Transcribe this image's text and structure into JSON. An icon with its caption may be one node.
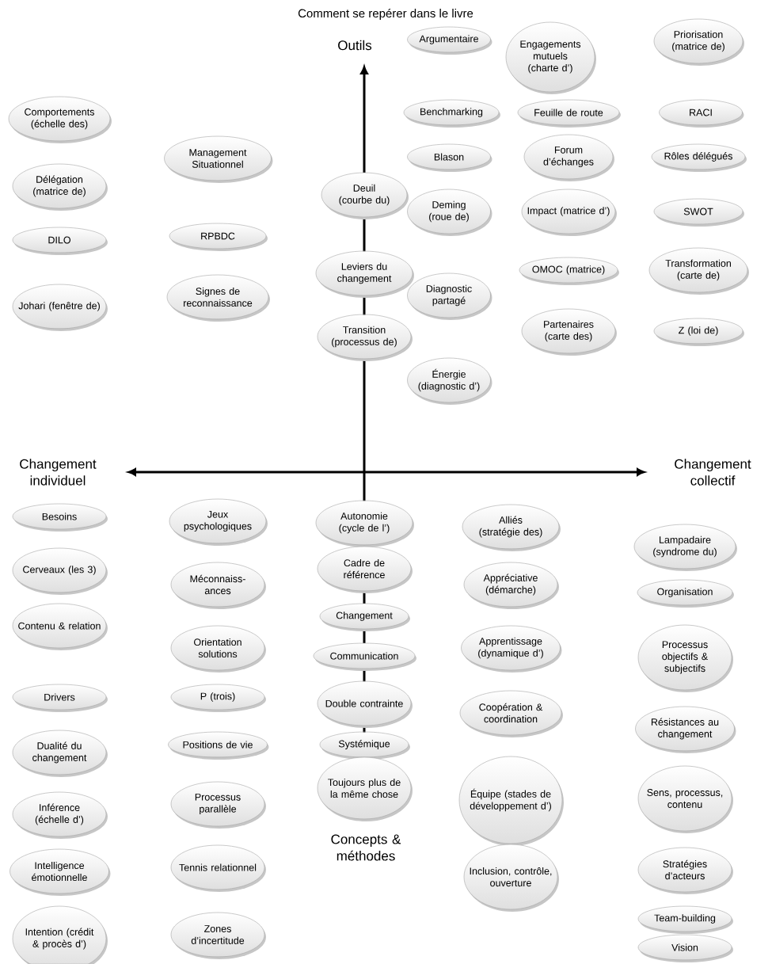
{
  "diagram": {
    "title": "Comment se repérer dans le livre",
    "nodes": [
      {
        "text": [
          "Argumentaire"
        ]
      },
      {
        "text": [
          "Engagements mutuels (charte d’)"
        ]
      },
      {
        "text": [
          "Priorisation (matrice de)"
        ]
      },
      {
        "text": [
          "Comportements (échelle des)"
        ]
      },
      {
        "text": [
          "Benchmarking"
        ]
      },
      {
        "text": [
          "Feuille de route"
        ]
      },
      {
        "text": [
          "RACI"
        ]
      },
      {
        "text": [
          "Blason"
        ]
      },
      {
        "text": [
          "Forum d’échanges"
        ]
      },
      {
        "text": [
          "Rôles délégués"
        ]
      },
      {
        "text": [
          "Management Situationnel"
        ]
      },
      {
        "text": [
          "Délégation (matrice de)"
        ]
      },
      {
        "text": [
          "Deuil (courbe du)"
        ]
      },
      {
        "text": [
          "Deming (roue de)"
        ]
      },
      {
        "text": [
          "Impact (matrice d’)"
        ]
      },
      {
        "text": [
          "SWOT"
        ]
      },
      {
        "text": [
          "RPBDC"
        ]
      },
      {
        "text": [
          "DILO"
        ]
      },
      {
        "text": [
          "Leviers du changement"
        ]
      },
      {
        "text": [
          "OMOC (matrice)"
        ]
      },
      {
        "text": [
          "Transformation (carte de)"
        ]
      },
      {
        "text": [
          "Diagnostic partagé"
        ]
      },
      {
        "text": [
          "Signes de reconnaissance"
        ]
      },
      {
        "text": [
          "Johari (fenêtre de)"
        ]
      },
      {
        "text": [
          "Partenaires (carte des)"
        ]
      },
      {
        "text": [
          "Z (loi de)"
        ]
      },
      {
        "text": [
          "Transition (processus de)"
        ]
      },
      {
        "text": [
          "Énergie (diagnostic d’)"
        ]
      },
      {
        "text": [
          "Autonomie (cycle de l’)"
        ]
      },
      {
        "text": [
          "Besoins"
        ]
      },
      {
        "text": [
          "Jeux psychologiques"
        ]
      },
      {
        "text": [
          "Alliés (stratégie des)"
        ]
      },
      {
        "text": [
          "Lampadaire (syndrome du)"
        ]
      },
      {
        "text": [
          "Cadre de référence"
        ]
      },
      {
        "text": [
          "Cerveaux (les 3)"
        ]
      },
      {
        "text": [
          "Méconnaiss- ances"
        ]
      },
      {
        "text": [
          "Appréciative (démarche)"
        ]
      },
      {
        "text": [
          "Organisation"
        ]
      },
      {
        "text": [
          "Changement"
        ]
      },
      {
        "text": [
          "Contenu & relation"
        ]
      },
      {
        "text": [
          "Orientation solutions"
        ]
      },
      {
        "text": [
          "Apprentissage (dynamique d’)"
        ]
      },
      {
        "text": [
          "Processus objectifs & subjectifs"
        ]
      },
      {
        "text": [
          "Communication"
        ]
      },
      {
        "text": [
          "Drivers"
        ]
      },
      {
        "text": [
          "P (trois)"
        ]
      },
      {
        "text": [
          "Double contrainte"
        ]
      },
      {
        "text": [
          "Coopération & coordination"
        ]
      },
      {
        "text": [
          "Résistances au changement"
        ]
      },
      {
        "text": [
          "Systémique"
        ]
      },
      {
        "text": [
          "Dualité du changement"
        ]
      },
      {
        "text": [
          "Positions de vie"
        ]
      },
      {
        "text": [
          "Toujours plus de la même chose"
        ]
      },
      {
        "text": [
          "Sens, processus, contenu"
        ]
      },
      {
        "text": [
          "Équipe (stades de développement d’)"
        ]
      },
      {
        "text": [
          "Inférence (échelle d’)"
        ]
      },
      {
        "text": [
          "Processus parallèle"
        ]
      },
      {
        "text": [
          "Stratégies d’acteurs"
        ]
      },
      {
        "text": [
          "Intelligence émotionnelle"
        ]
      },
      {
        "text": [
          "Tennis relationnel"
        ]
      },
      {
        "text": [
          "Inclusion, contrôle, ouverture"
        ]
      },
      {
        "text": [
          "Team-building"
        ]
      },
      {
        "text": [
          "Intention (crédit & procès d’)"
        ]
      },
      {
        "text": [
          "Zones d’incertitude"
        ]
      },
      {
        "text": [
          "Vision"
        ]
      }
    ],
    "labels": [
      "Outils",
      "Changement individuel",
      "Changement collectif",
      "Concepts & méthodes"
    ]
  }
}
